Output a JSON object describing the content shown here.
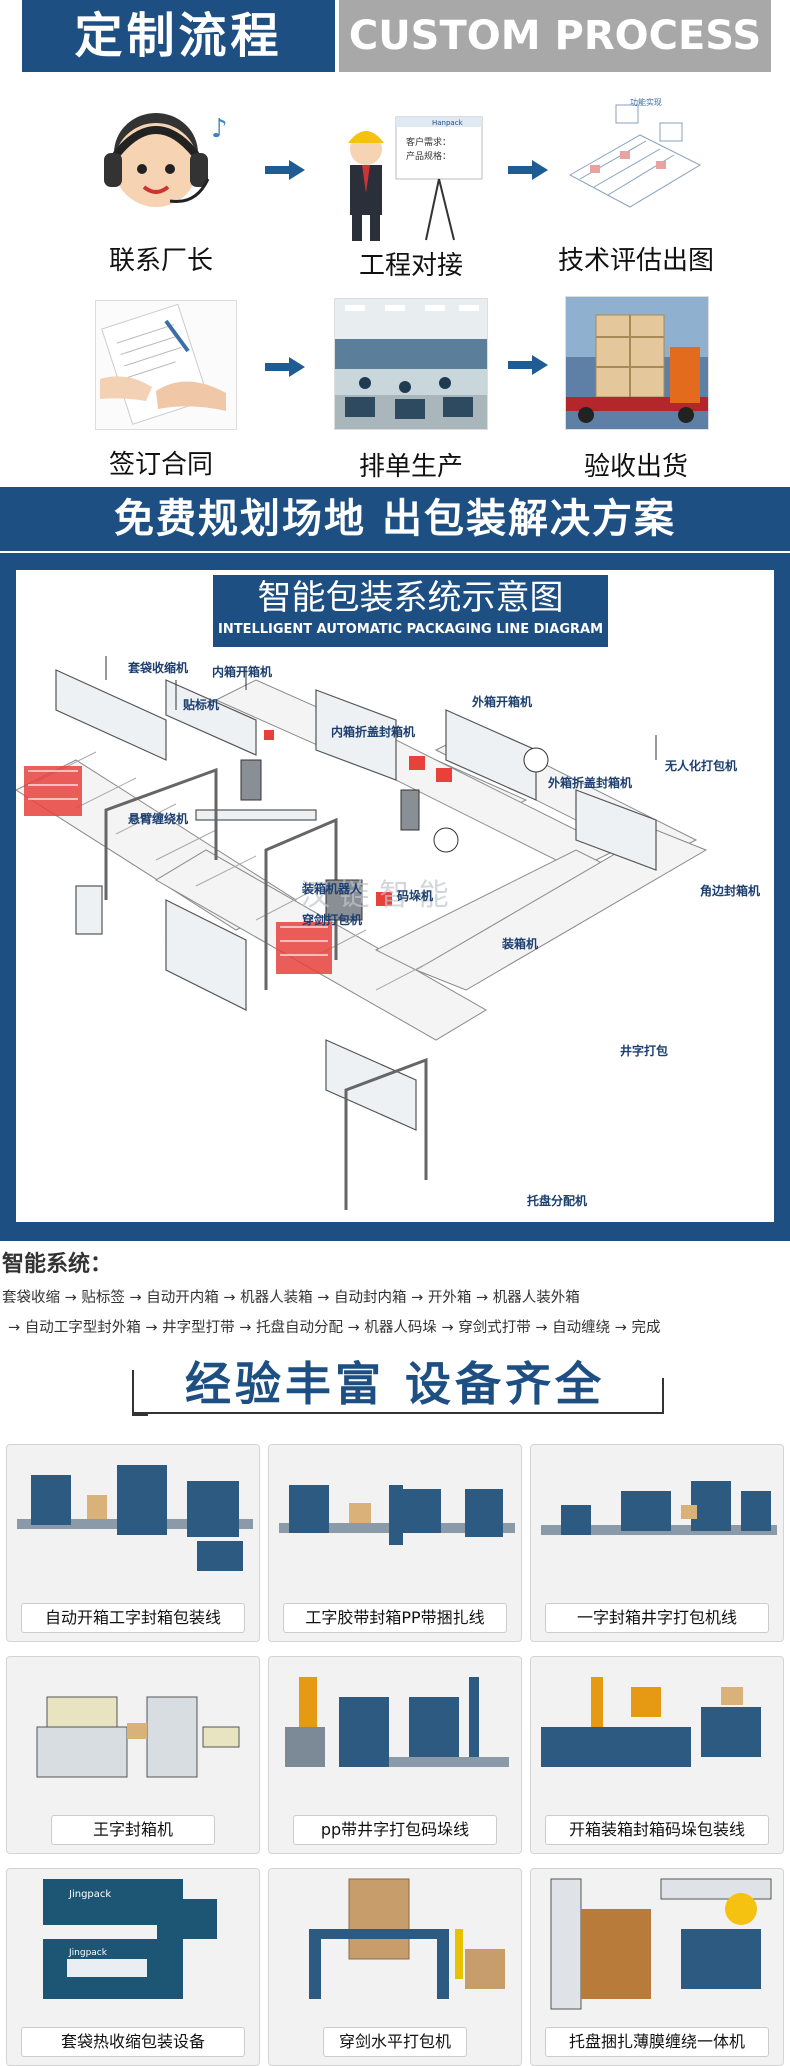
{
  "header": {
    "title_cn": "定制流程",
    "title_en": "CUSTOM PROCESS"
  },
  "process": {
    "steps": [
      {
        "label": "联系厂长",
        "icon": "headset-operator-icon"
      },
      {
        "label": "工程对接",
        "icon": "engineer-presentation-icon"
      },
      {
        "label": "技术评估出图",
        "icon": "technical-drawing-icon"
      },
      {
        "label": "签订合同",
        "icon": "contract-signing-icon"
      },
      {
        "label": "排单生产",
        "icon": "factory-production-icon"
      },
      {
        "label": "验收出货",
        "icon": "shipping-crate-icon"
      }
    ],
    "board_text": {
      "brand": "Hanpack",
      "line1": "客户需求：",
      "line2": "产品规格："
    }
  },
  "banner": {
    "text": "免费规划场地 出包装解决方案"
  },
  "diagram": {
    "title_cn": "智能包装系统示意图",
    "title_en": "INTELLIGENT AUTOMATIC PACKAGING LINE DIAGRAM",
    "watermark": "汉 链 智 能",
    "labels": [
      "套袋收缩机",
      "贴标机",
      "内箱开箱机",
      "内箱折盖封箱机",
      "外箱开箱机",
      "外箱折盖封箱机",
      "无人化打包机",
      "悬臂缠绕机",
      "装箱机器人",
      "穿剑打包机",
      "码垛机",
      "装箱机",
      "角边封箱机",
      "井字打包",
      "托盘分配机"
    ]
  },
  "smart_system": {
    "title": "智能系统：",
    "line1": "套袋收缩 → 贴标签 → 自动开内箱 → 机器人装箱 → 自动封内箱 → 开外箱 → 机器人装外箱",
    "line2": "→ 自动工字型封外箱 → 井字型打带 → 托盘自动分配 → 机器人码垛 → 穿剑式打带 → 自动缠绕 → 完成"
  },
  "experience": {
    "title": "经验丰富  设备齐全"
  },
  "products": [
    "自动开箱工字封箱包装线",
    "工字胶带封箱PP带捆扎线",
    "一字封箱井字打包机线",
    "王字封箱机",
    "pp带井字打包码垛线",
    "开箱装箱封箱码垛包装线",
    "套袋热收缩包装设备",
    "穿剑水平打包机",
    "托盘捆扎薄膜缠绕一体机"
  ],
  "colors": {
    "brand_blue": "#1d4f82",
    "header_gray": "#a8a8a8",
    "arrow_blue": "#1f5c93",
    "product_red": "#e8413c"
  }
}
